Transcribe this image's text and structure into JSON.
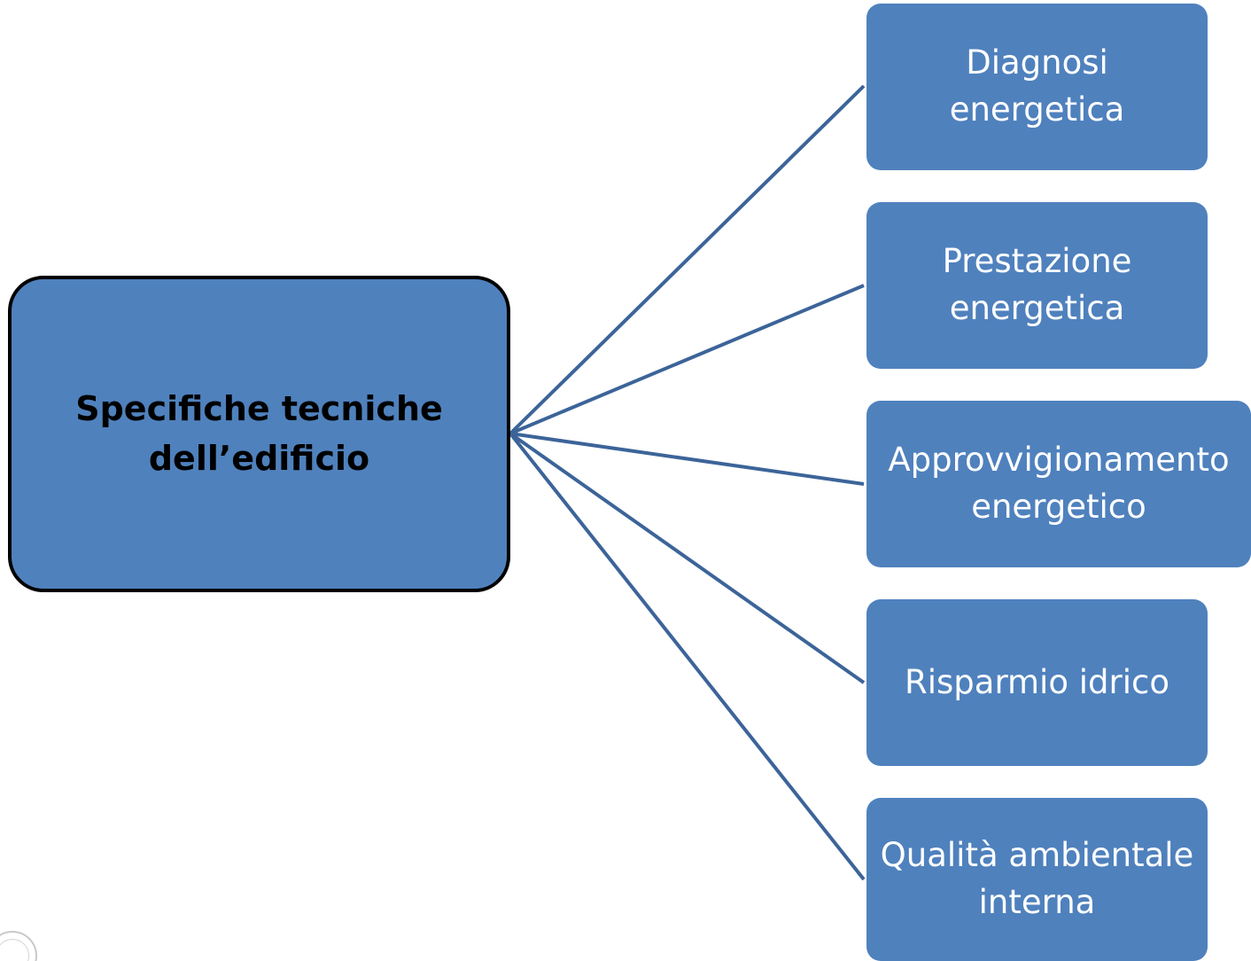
{
  "diagram": {
    "root": {
      "label": "Specifiche tecniche\ndell’edificio"
    },
    "children": [
      {
        "label": "Diagnosi\nenergetica"
      },
      {
        "label": "Prestazione\nenergetica"
      },
      {
        "label": "Approvvigionamento\nenergetico"
      },
      {
        "label": "Risparmio idrico"
      },
      {
        "label": "Qualità ambientale\ninterna"
      }
    ]
  },
  "colors": {
    "box_fill": "#4f81bd",
    "connector": "#3c6499",
    "root_border": "#000000"
  }
}
